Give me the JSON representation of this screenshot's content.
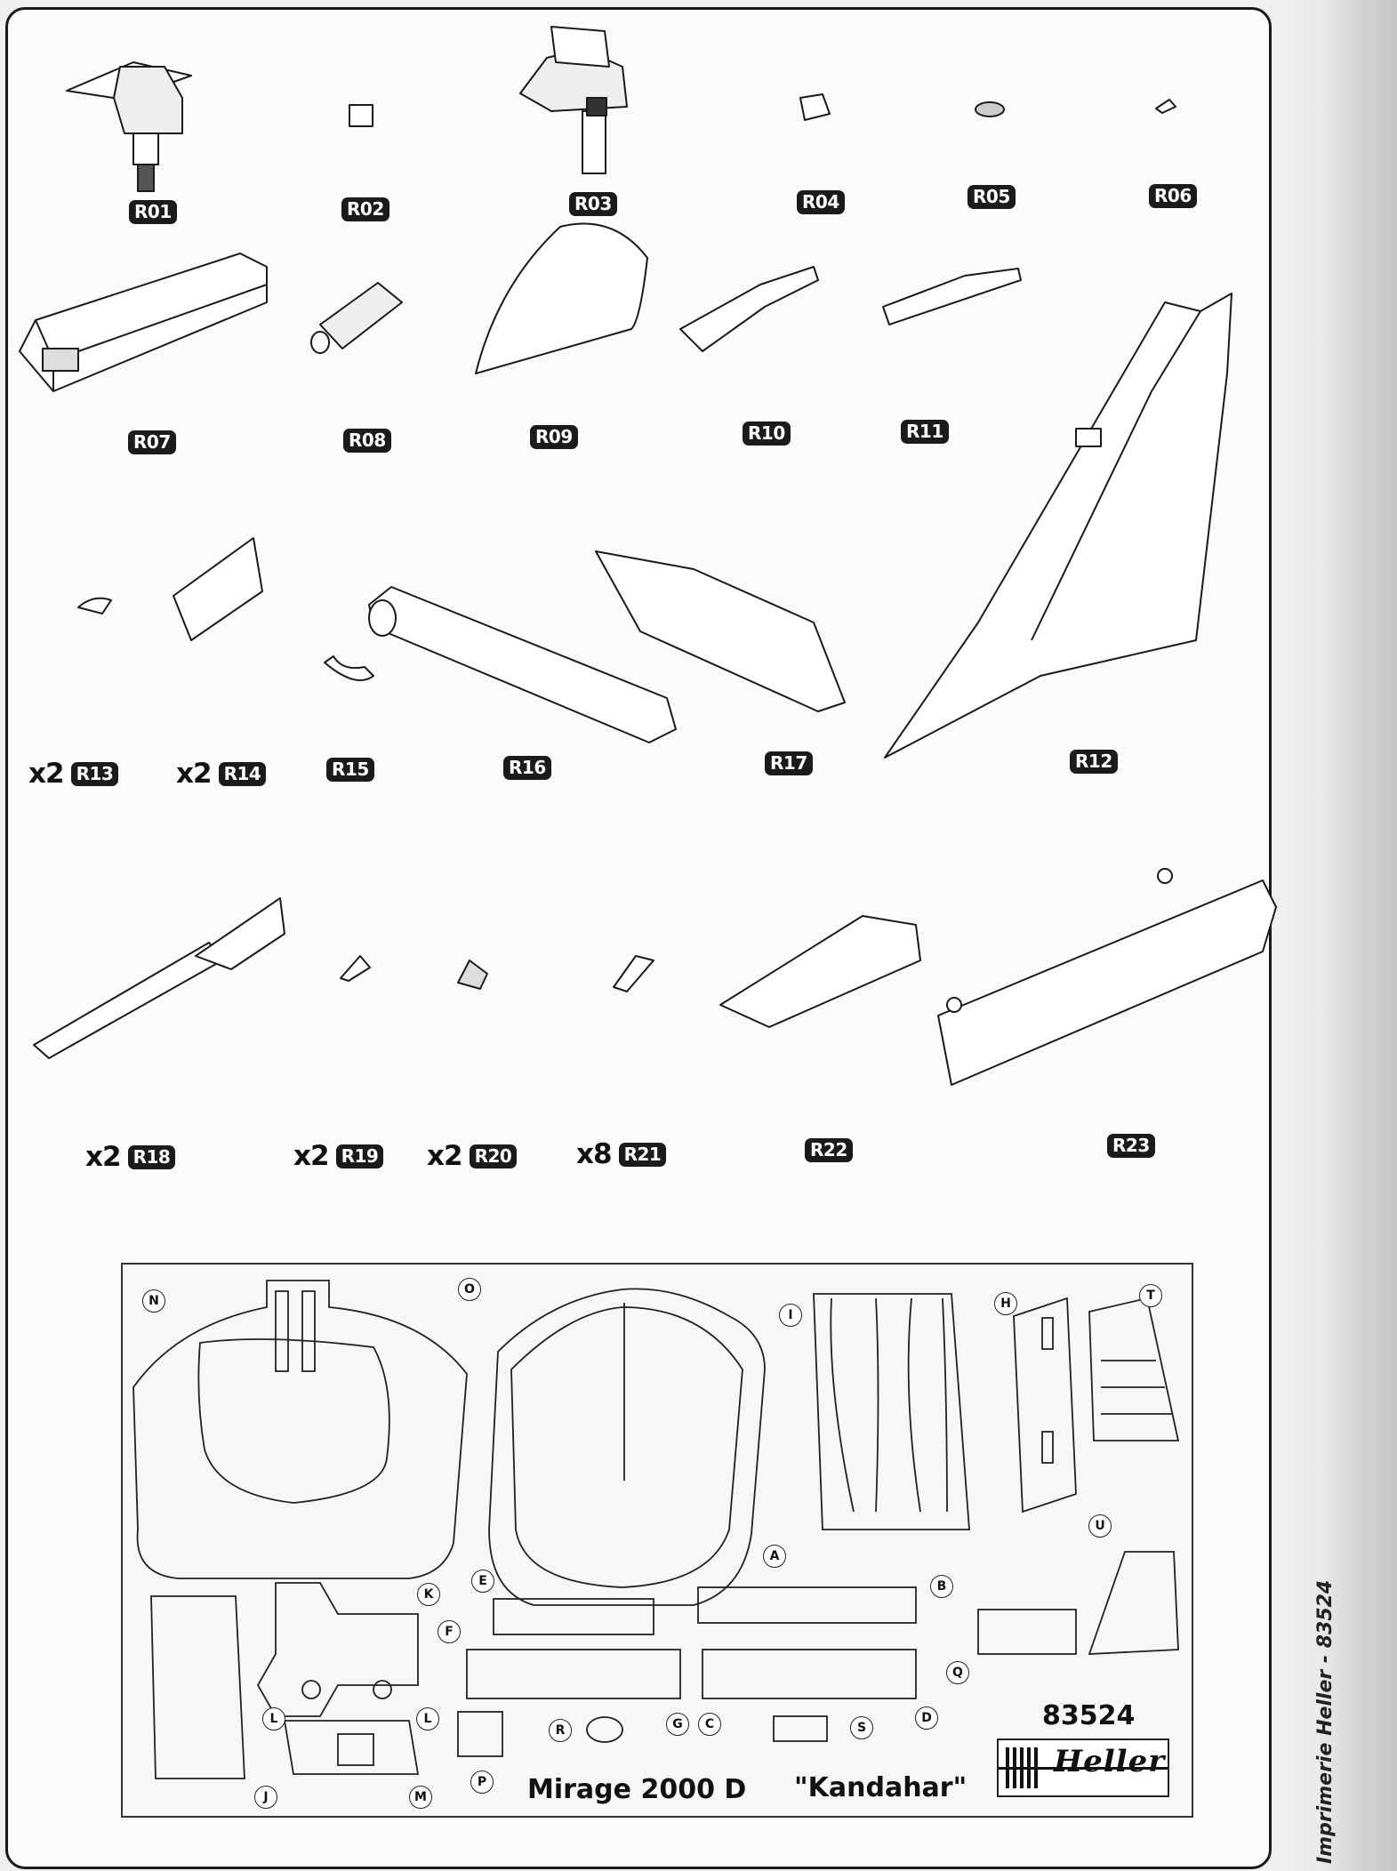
{
  "parts": [
    {
      "label": "R01",
      "qty": ""
    },
    {
      "label": "R02",
      "qty": ""
    },
    {
      "label": "R03",
      "qty": ""
    },
    {
      "label": "R04",
      "qty": ""
    },
    {
      "label": "R05",
      "qty": ""
    },
    {
      "label": "R06",
      "qty": ""
    },
    {
      "label": "R07",
      "qty": ""
    },
    {
      "label": "R08",
      "qty": ""
    },
    {
      "label": "R09",
      "qty": ""
    },
    {
      "label": "R10",
      "qty": ""
    },
    {
      "label": "R11",
      "qty": ""
    },
    {
      "label": "R12",
      "qty": ""
    },
    {
      "label": "R13",
      "qty": "x2"
    },
    {
      "label": "R14",
      "qty": "x2"
    },
    {
      "label": "R15",
      "qty": ""
    },
    {
      "label": "R16",
      "qty": ""
    },
    {
      "label": "R17",
      "qty": ""
    },
    {
      "label": "R18",
      "qty": "x2"
    },
    {
      "label": "R19",
      "qty": "x2"
    },
    {
      "label": "R20",
      "qty": "x2"
    },
    {
      "label": "R21",
      "qty": "x8"
    },
    {
      "label": "R22",
      "qty": ""
    },
    {
      "label": "R23",
      "qty": ""
    }
  ],
  "fret": {
    "letters": [
      "N",
      "O",
      "I",
      "H",
      "T",
      "A",
      "B",
      "E",
      "F",
      "K",
      "U",
      "Q",
      "D",
      "C",
      "G",
      "R",
      "S",
      "L",
      "L",
      "J",
      "M",
      "P"
    ],
    "number": "83524",
    "title": "Mirage 2000 D",
    "subtitle": "\"Kandahar\"",
    "logo": "Heller"
  },
  "printer_credit": "Imprimerie Heller - 83524"
}
